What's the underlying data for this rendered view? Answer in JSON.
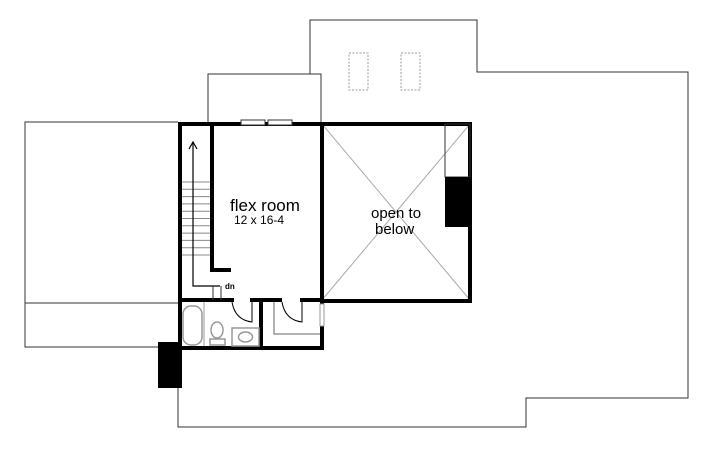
{
  "plan": {
    "rooms": {
      "flex_room": {
        "name": "flex room",
        "dimensions": "12 x 16-4"
      },
      "open_area": {
        "line1": "open to",
        "line2": "below"
      }
    },
    "stairs": {
      "direction_label": "dn"
    }
  },
  "colors": {
    "walls": "#000000",
    "roof_lines": "#333333",
    "fixtures": "#999999"
  }
}
